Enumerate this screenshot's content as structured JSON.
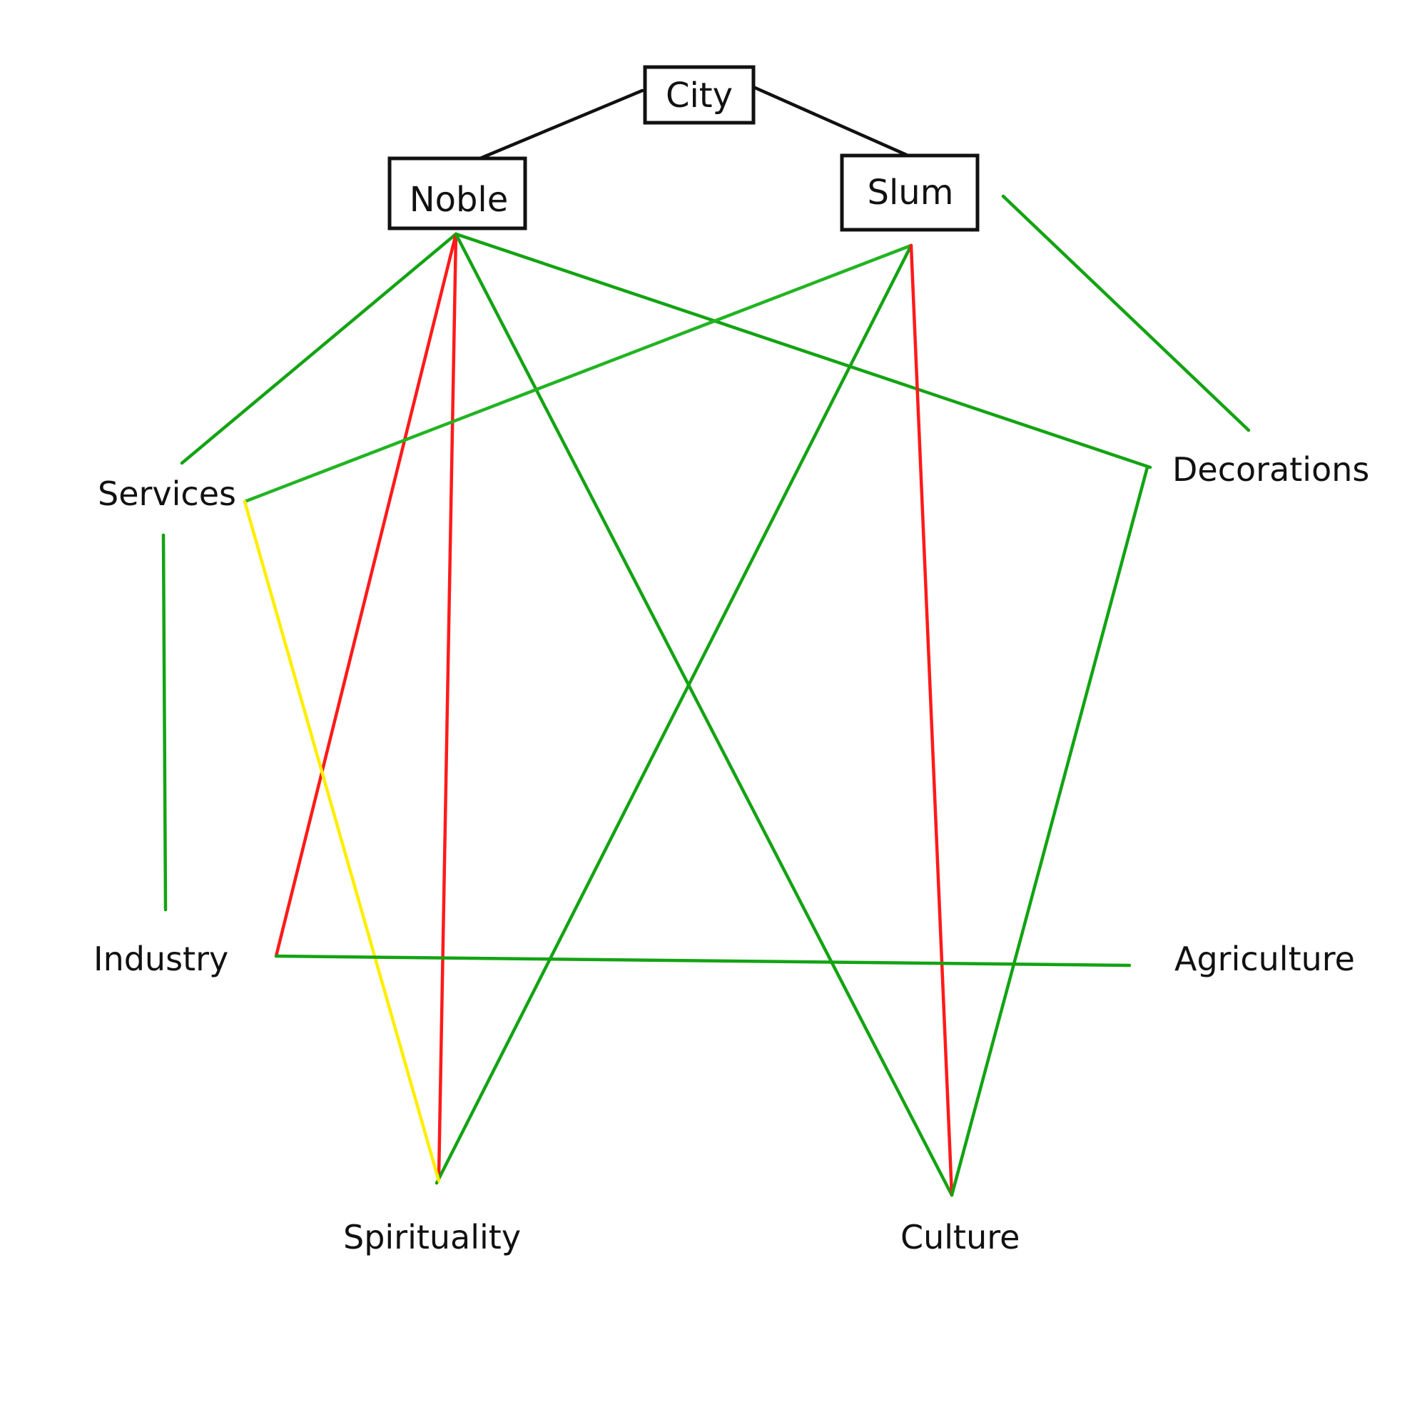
{
  "diagram": {
    "boxes": {
      "city": "City",
      "noble": "Noble",
      "slum": "Slum"
    },
    "nodes": {
      "services": "Services",
      "decorations": "Decorations",
      "industry": "Industry",
      "agriculture": "Agriculture",
      "spirituality": "Spirituality",
      "culture": "Culture"
    },
    "edges": [
      {
        "from": "city",
        "to": "noble",
        "color": "#111111"
      },
      {
        "from": "city",
        "to": "slum",
        "color": "#111111"
      },
      {
        "from": "noble",
        "to": "services",
        "color": "#13a313"
      },
      {
        "from": "noble",
        "to": "industry",
        "color": "#ff1a1a"
      },
      {
        "from": "noble",
        "to": "spirituality",
        "color": "#ff1a1a"
      },
      {
        "from": "noble",
        "to": "culture",
        "color": "#13a313"
      },
      {
        "from": "noble",
        "to": "decorations",
        "color": "#13a313"
      },
      {
        "from": "slum",
        "to": "services",
        "color": "#22b422"
      },
      {
        "from": "slum",
        "to": "spirituality",
        "color": "#13a313"
      },
      {
        "from": "slum",
        "to": "culture",
        "color": "#ff1a1a"
      },
      {
        "from": "slum",
        "to": "decorations",
        "color": "#13a313"
      },
      {
        "from": "services",
        "to": "industry",
        "color": "#13a313"
      },
      {
        "from": "services",
        "to": "spirituality",
        "color": "#ffee00"
      },
      {
        "from": "industry",
        "to": "agriculture",
        "color": "#13a313"
      },
      {
        "from": "decorations",
        "to": "culture",
        "color": "#13a313"
      }
    ]
  }
}
